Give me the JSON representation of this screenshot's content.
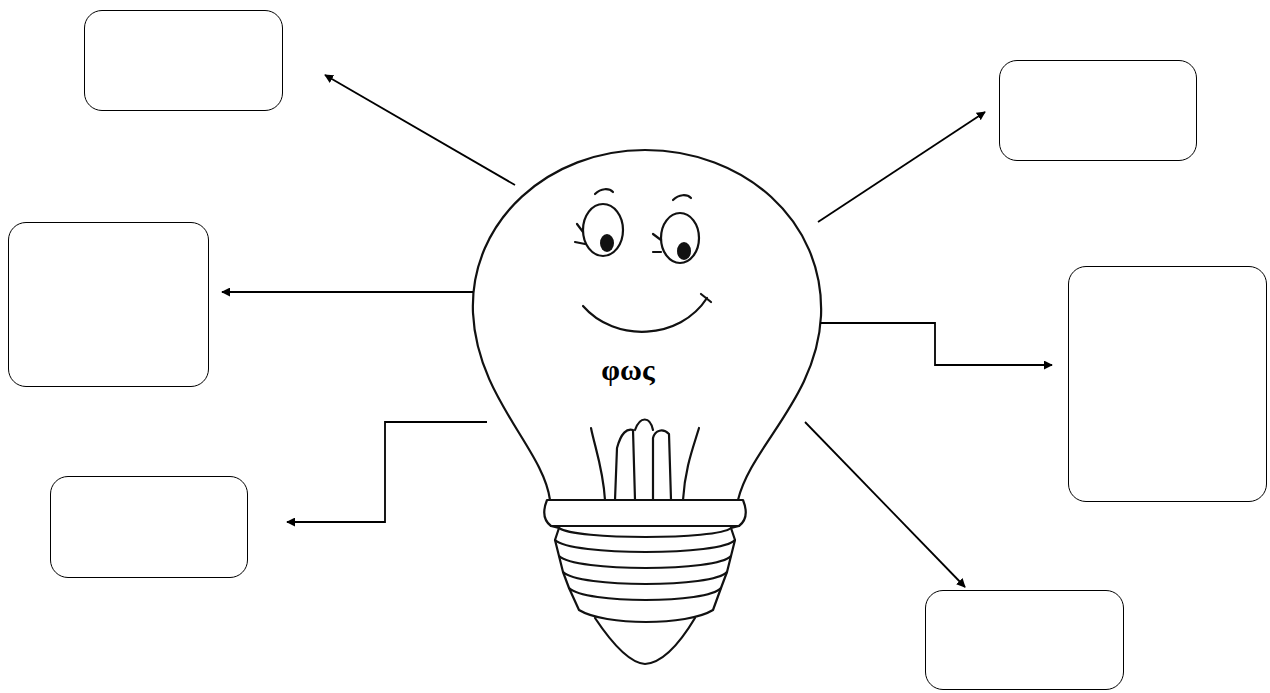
{
  "diagram": {
    "nodes": [
      {
        "text": [
          "φως"
        ]
      },
      {
        "text": []
      },
      {
        "text": []
      },
      {
        "text": []
      },
      {
        "text": []
      },
      {
        "text": []
      },
      {
        "text": []
      }
    ],
    "edges": [
      {
        "from": 0,
        "to": 1,
        "arrow": "to"
      },
      {
        "from": 0,
        "to": 2,
        "arrow": "to"
      },
      {
        "from": 0,
        "to": 3,
        "arrow": "to"
      },
      {
        "from": 0,
        "to": 4,
        "arrow": "to"
      },
      {
        "from": 0,
        "to": 5,
        "arrow": "to"
      },
      {
        "from": 0,
        "to": 6,
        "arrow": "to"
      }
    ]
  }
}
